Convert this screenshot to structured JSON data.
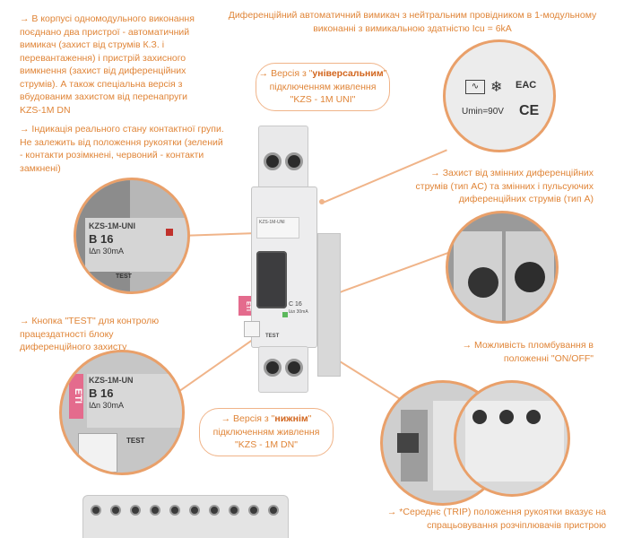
{
  "header": "Диференційний автоматичний вимикач з нейтральним провідником в 1-модульному виконанні з вимикальною здатністю Icu = 6kA",
  "left_texts": [
    {
      "lines": [
        "→ В корпусі одномодульного виконання",
        "поєднано два пристрої - автоматичний",
        "вимикач (захист від струмів К.З. і",
        "перевантаження) і пристрій захисного",
        "вимкнення (захист від диференційних",
        "струмів). А також спеціальна версія з",
        "вбудованим захистом від перенапруги",
        "KZS-1M DN"
      ]
    },
    {
      "lines": [
        "→ Індикація реального стану контактної групи.",
        "Не залежить від положення рукоятки (зелений",
        "- контакти розімкнені, червоний - контакти",
        "замкнені)"
      ]
    },
    {
      "lines": [
        "→ Кнопка \"TEST\" для контролю",
        "працездатності блоку",
        "диференційного захисту"
      ]
    }
  ],
  "right_texts": [
    {
      "lines": [
        "→ Захист від змінних диференційних",
        "струмів (тип AC) та змінних і пульсуючих",
        "диференційних струмів (тип A)"
      ]
    },
    {
      "lines": [
        "→ Можливість пломбування в",
        "положенні \"ON/OFF\""
      ]
    },
    {
      "lines": [
        "→ *Середнє (TRIP) положення рукоятки вказує на",
        "спрацьовування розчіплювачів пристрою"
      ]
    }
  ],
  "callout_top": {
    "arrow": "→",
    "prefix": "Версія з \"",
    "bold": "універсальним",
    "suffix": "\"",
    "line2": "підключенням живлення",
    "line3": "\"KZS - 1M UNI\""
  },
  "callout_bottom": {
    "arrow": "→",
    "prefix": "Версія з \"",
    "bold": "нижнім",
    "suffix": "\"",
    "line2": "підключенням живлення",
    "line3": "\"KZS - 1M DN\""
  },
  "device": {
    "model": "KZS-1M-UNI",
    "rating": "C 16",
    "sens": "I∆n 30mA",
    "test": "TEST",
    "brand": "ETI"
  },
  "zoom_label_top": {
    "model": "KZS-1M-UNI",
    "rating": "B 16",
    "sens": "I∆n 30mA",
    "test": "TEST"
  },
  "zoom_label_bottom": {
    "model": "KZS-1M-UN",
    "rating": "B 16",
    "sens": "I∆n 30mA",
    "test": "TEST",
    "brand": "ETI"
  },
  "zoom_marks": {
    "umin": "Umin=90V",
    "eac": "EAC",
    "ce": "CE"
  },
  "colors": {
    "accent": "#e08538",
    "line": "#f0b489",
    "device": "#e6e6e6"
  }
}
